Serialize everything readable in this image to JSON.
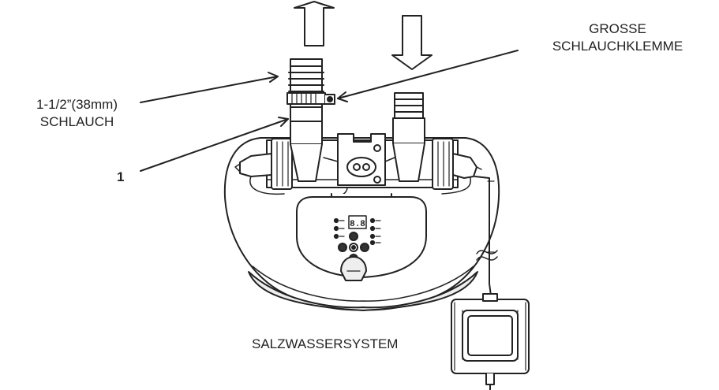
{
  "labels": {
    "hose_size_line1": "1-1/2”(38mm)",
    "hose_size_line2": "SCHLAUCH",
    "clamp_line1": "GROSSE",
    "clamp_line2": "SCHLAUCHKLEMME",
    "callout_number": "1",
    "system_name": "SALZWASSERSYSTEM",
    "display_readout": "8.8"
  },
  "colors": {
    "line": "#222222",
    "fill": "#ffffff",
    "shade": "#e6e6e6",
    "dark": "#333333"
  },
  "icons": [
    "flow-out-arrow-icon",
    "flow-in-arrow-icon"
  ]
}
